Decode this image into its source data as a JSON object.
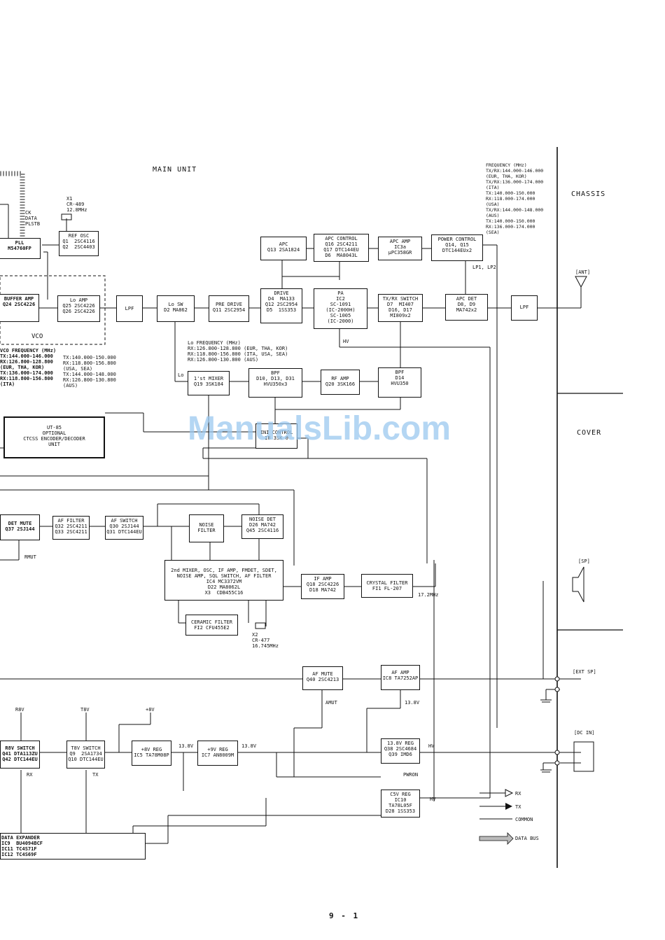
{
  "watermark": "ManualsLib.com",
  "page_number": "9 - 1",
  "sections": {
    "main_unit": "MAIN UNIT",
    "chassis": "CHASSIS",
    "cover": "COVER"
  },
  "frequency_top": "FREQUENCY (MHz)\nTX/RX:144.000-146.000\n(EUR, THA, KOR)\nTX/RX:136.000-174.000\n(ITA)\nTX:140.000-150.000\nRX:118.000-174.000\n(USA)\nTX/RX:144.000-148.000\n(AUS)\nTX:140.000-150.000\nRX:136.000-174.000\n(SEA)",
  "lo_frequency": "Lo FREQUENCY (MHz)\nRX:126.800-128.800 (EUR, THA, KOR)\nRX:118.800-156.800 (ITA, USA, SEA)\nRX:126.800-130.800 (AUS)",
  "vco_frequency": "VCO FREQUENCY (MHz)\nTX:144.000-146.000\nRX:126.800-128.800\n(EUR, THA, KOR)\nTX:136.000-174.000\nRX:118.800-156.800\n(ITA)",
  "vco_frequency_b": "TX:140.000-150.000\nRX:118.800-156.800\n(USA, SEA)\nTX:144.000-148.000\nRX:126.800-130.800\n(AUS)",
  "blocks": {
    "x1": "X1\nCR-489\n12.8MHz",
    "ck": "CK\nDATA\nPLSTB",
    "ref_osc": "REF OSC\nQ1  2SC4116\nQ2  2SC4403",
    "pll": "PLL\nM54760FP",
    "buffer_amp": "BUFFER AMP\nQ24 2SC4226",
    "lo_amp": "Lo AMP\nQ25 2SC4226\nQ26 2SC4226",
    "vco": "VCO",
    "lpf1": "LPF",
    "lo_sw": "Lo SW\nD2 MA862",
    "pre_drive": "PRE DRIVE\nQ11 2SC2954",
    "drive": "DRIVE\nD4  MA133\nQ12 2SC2954\nD5  1SS353",
    "apc": "APC\nQ13 2SA1824",
    "apc_control": "APC CONTROL\nQ16 2SC4211\nQ17 DTC144EU\nD6  MA8043L",
    "pa": "PA\nIC2\nSC-1091\n(IC-2000H)\nSC-1005\n(IC-2000)",
    "apc_amp": "APC AMP\nIC3a\nμPC358GR",
    "power_control": "POWER CONTROL\nQ14, Q15\nDTC144EUx2",
    "lp1_lp2": "LP1, LP2",
    "txrx_switch": "TX/RX SWITCH\nD7  MI407\nD16, D17\nMI809x2",
    "apc_det": "APC DET\nD8, D9\nMA742x2",
    "lpf2": "LPF",
    "ant": "[ANT]",
    "hv1": "HV",
    "lo": "Lo",
    "mixer1": "1'st MIXER\nQ19 3SK184",
    "bpf1": "BPF\nD10, D13, D31\nHVU350x3",
    "rf_amp": "RF AMP\nQ20 3SK166",
    "bpf2": "BPF\nD14\nHVU350",
    "ini_control": "INI CONTROL\nI8 3SK 0",
    "ut85": "UT-85\nOPTIONAL\nCTCSS ENCODER/DECODER\nUNIT",
    "det_mute": "DET MUTE\nQ37 2SJ144",
    "af_filter": "AF FILTER\nQ32 2SC4211\nQ33 2SC4211",
    "af_switch": "AF SWITCH\nQ30 2SJ144\nQ31 DTC144EU",
    "noise_filter": "NOISE\nFILTER",
    "noise_det": "NOISE DET\nD26 MA742\nQ45 2SC4116",
    "rmut": "RMUT",
    "second_mixer": "2nd MIXER, OSC, IF AMP, FMDET, SDET,\nNOISE AMP, SQL SWITCH, AF FILTER\nIC4 MC3372VM\nD22 MA8062L\nX3  CDB455C16",
    "if_amp": "IF AMP\nQ18 2SC4226\nD18 MA742",
    "crystal_filter": "CRYSTAL FILTER\nFI1 FL-207",
    "f172": "17.2MHz",
    "ceramic_filter": "CERAMIC FILTER\nFI2 CFU455E2",
    "x2": "X2\nCR-477\n16.745MHz",
    "sp": "[SP]",
    "af_mute": "AF MUTE\nQ40 2SC4213",
    "af_amp": "AF AMP\nIC8 TA7252AP",
    "ext_sp": "[EXT SP]",
    "amut": "AMUT",
    "v138a": "13.8V",
    "r8v": "R8V",
    "t8v": "T8V",
    "p8v": "+8V",
    "r8v_switch": "R8V SWITCH\nQ41 DTA113ZU\nQ42 DTC144EU",
    "t8v_switch": "T8V SWITCH\nQ9  2SA1734\nQ10 DTC144EU",
    "p8v_reg": "+8V REG\nIC5 TA78M08P",
    "p9v_reg": "+9V REG\nIC7 AN8009M",
    "v138b": "13.8V",
    "v138c": "13.8V",
    "reg138": "13.8V REG\nQ38 2SC4684\nQ39 IMD6",
    "hv2": "HV",
    "dc_in": "[DC IN]",
    "pwron": "PWRON",
    "rx": "RX",
    "tx": "TX",
    "c5v_reg": "C5V REG\nIC10\nTA78L05F\nD28 1SS353",
    "hv3": "HV",
    "data_expander": "DATA EXPANDER\nIC9  BU4094BCF\nIC11 TC4S71F\nIC12 TC4S69F"
  },
  "legend": {
    "rx": "RX",
    "tx": "TX",
    "common": "COMMON",
    "data_bus": "DATA BUS"
  }
}
